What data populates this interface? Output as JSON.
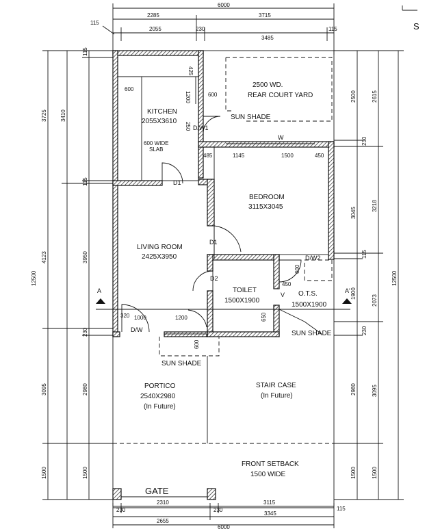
{
  "corner_mark": "S",
  "rooms": {
    "kitchen": {
      "name": "KITCHEN",
      "size": "2055X3610"
    },
    "rear_yard": {
      "name": "2500 WD.",
      "size": "REAR COURT YARD"
    },
    "bedroom": {
      "name": "BEDROOM",
      "size": "3115X3045"
    },
    "living": {
      "name": "LIVING ROOM",
      "size": "2425X3950"
    },
    "toilet": {
      "name": "TOILET",
      "size": "1500X1900"
    },
    "ots": {
      "name": "O.T.S.",
      "size": "1500X1900"
    },
    "portico": {
      "name": "PORTICO",
      "size": "2540X2980",
      "note": "(In Future)"
    },
    "stair": {
      "name": "STAIR CASE",
      "note": "(In Future)"
    },
    "setback": {
      "name": "FRONT SETBACK",
      "size": "1500 WIDE"
    }
  },
  "labels": {
    "gate": "GATE",
    "sun_shade_1": "SUN SHADE",
    "sun_shade_2": "SUN SHADE",
    "sun_shade_3": "SUN SHADE",
    "window_w": "W",
    "section_a_left": "A",
    "section_a_right": "A'",
    "kitchen_note_1": "600 WIDE",
    "kitchen_note_2": "SLAB"
  },
  "doors": {
    "dw1": "D/W1",
    "d1_kitchen": "D1",
    "d1_bed": "D1",
    "d2": "D2",
    "dw2": "D/W2",
    "dw_front": "D/W",
    "v": "V"
  },
  "dims_top": {
    "overall": "6000",
    "left": "2285",
    "right": "3715",
    "wall_left": "115",
    "sub_left": "2055",
    "sub_mid": "230",
    "sub_right": "3485",
    "wall_right": "115"
  },
  "dims_bottom": {
    "overall": "6000",
    "left": "2655",
    "right": "3345",
    "wall_left": "230",
    "sub_left": "2310",
    "sub_mid": "230",
    "sub_right": "3115",
    "wall_right": "115"
  },
  "dims_left": {
    "outer_1": "3725",
    "outer_2": "4123",
    "outer_3": "3095",
    "outer_4": "1500",
    "inner_1": "115",
    "inner_2": "3410",
    "inner_3": "115",
    "inner_4": "3950",
    "inner_5": "230",
    "inner_6": "2980",
    "inner_7": "1500",
    "overall": "12500"
  },
  "dims_right": {
    "r1": "2500",
    "r2": "230",
    "r3": "3045",
    "r4": "115",
    "r5": "1900",
    "r6": "230",
    "r7": "2980",
    "r8": "1500",
    "s1": "2615",
    "s2": "3218",
    "s3": "2073",
    "s4": "3095",
    "s5": "1500",
    "overall": "12500"
  },
  "dims_inner": {
    "k600a": "600",
    "k600b": "600",
    "k1200": "1200",
    "k425": "425",
    "k250": "250",
    "b485": "485",
    "b1145": "1145",
    "b1500": "1500",
    "b450": "450",
    "t600": "600",
    "t450": "450",
    "t650": "650",
    "l1000": "1000",
    "l1200": "1200",
    "l600": "600",
    "l320": "320"
  }
}
